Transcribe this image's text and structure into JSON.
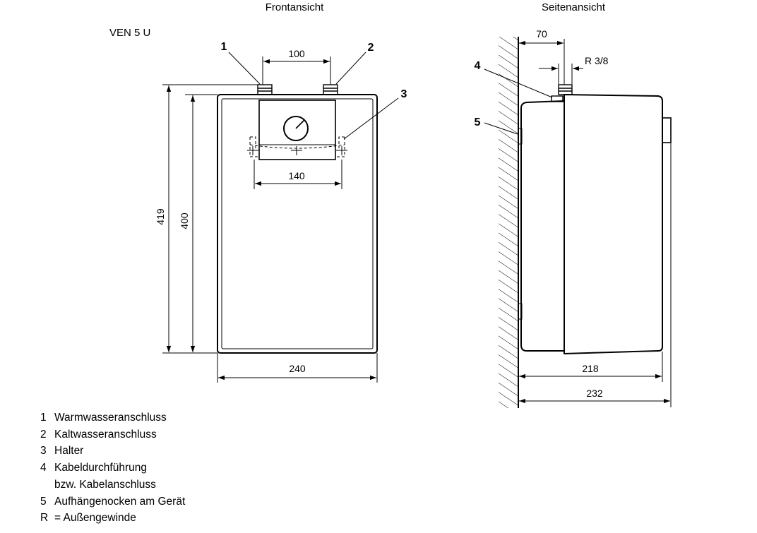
{
  "views": {
    "front_title": "Frontansicht",
    "side_title": "Seitenansicht",
    "model": "VEN 5 U"
  },
  "dimensions": {
    "connection_spacing": "100",
    "holder_spacing": "140",
    "total_height": "419",
    "body_height": "400",
    "width": "240",
    "wall_distance": "70",
    "thread": "R 3/8",
    "depth_body": "218",
    "depth_total": "232"
  },
  "callouts": {
    "c1": "1",
    "c2": "2",
    "c3": "3",
    "c4": "4",
    "c5": "5"
  },
  "legend": [
    {
      "key": "1",
      "text": "Warmwasseranschluss"
    },
    {
      "key": "2",
      "text": "Kaltwasseranschluss"
    },
    {
      "key": "3",
      "text": "Halter"
    },
    {
      "key": "4",
      "text": "Kabeldurchführung"
    },
    {
      "key": "",
      "text": "bzw. Kabelanschluss"
    },
    {
      "key": "5",
      "text": "Aufhängenocken am Gerät"
    },
    {
      "key": "R",
      "text": "= Außengewinde"
    }
  ]
}
